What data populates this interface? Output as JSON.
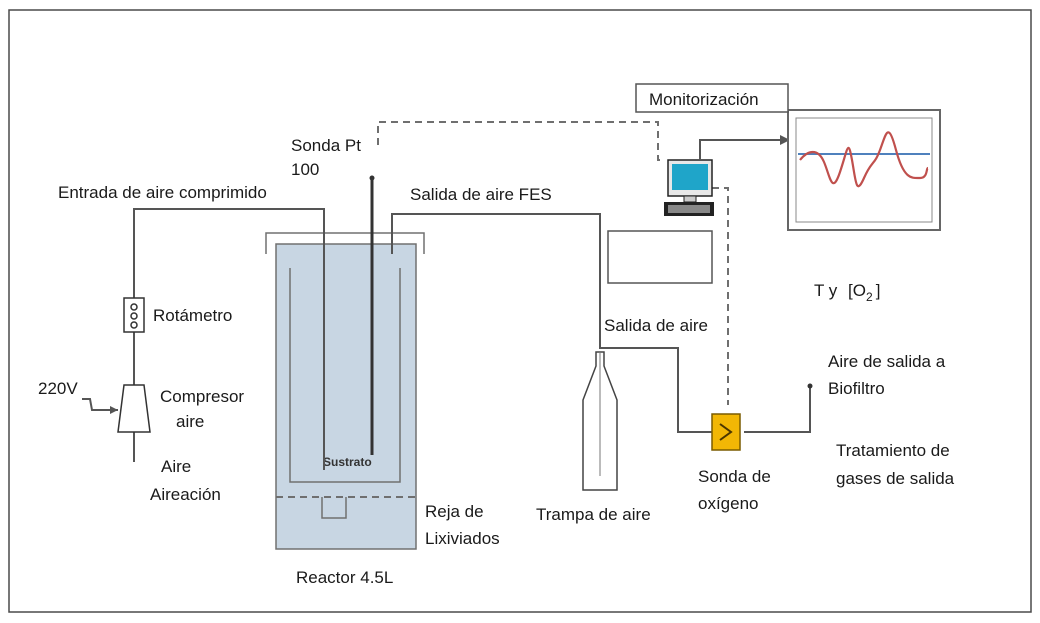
{
  "colors": {
    "reactor_fill": "#c8d6e3",
    "reactor_stroke": "#707070",
    "pipe": "#555555",
    "signal_dashed": "#6f6f6f",
    "chart_frame": "#666666",
    "curve_temperature": "#c0504d",
    "curve_oxygen": "#4f81bd",
    "oxygen_probe": "#f2b705",
    "monitor_screen": "#1fa5c9"
  },
  "icons": [
    "rotameter-icon",
    "compressor-icon",
    "computer-icon",
    "air-trap-bottle-icon",
    "oxygen-probe-icon",
    "temperature-probe-icon"
  ],
  "labels": {
    "monitorizacion": "Monitorización",
    "sonda_pt_line1": "Sonda Pt",
    "sonda_pt_line2": "100",
    "entrada_aire": "Entrada de aire comprimido",
    "salida_fes": "Salida de aire FES",
    "rotametro": "Rotámetro",
    "v220": "220V",
    "compresor_line1": "Compresor",
    "compresor_line2": "aire",
    "aire": "Aire",
    "aireacion": "Aireación",
    "sustrato": "Sustrato",
    "reja_line1": "Reja de",
    "reja_line2": "Lixiviados",
    "reactor": "Reactor 4.5L",
    "salida_aire": "Salida de aire",
    "trampa": "Trampa de aire",
    "sonda_o2_line1": "Sonda de",
    "sonda_o2_line2": "oxígeno",
    "t_y": "T y",
    "o2_bracket_open": "[O",
    "o2_sub": "2",
    "o2_bracket_close": "]",
    "aire_salida_line1": "Aire de salida a",
    "aire_salida_line2": "Biofiltro",
    "tratamiento_line1": "Tratamiento de",
    "tratamiento_line2": "gases de salida"
  }
}
